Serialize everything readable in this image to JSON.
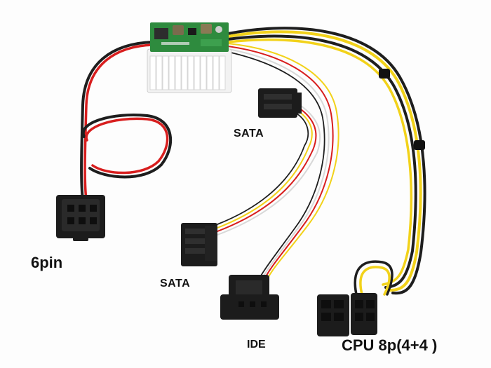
{
  "labels": {
    "sata_top": "SATA",
    "six_pin": "6pin",
    "sata_bottom": "SATA",
    "ide": "IDE",
    "cpu": "CPU 8p(4+4 )"
  },
  "colors": {
    "pcb": "#2e8b3e",
    "connector_white": "#f2f2f2",
    "connector_black": "#1c1c1c",
    "wire_red": "#d81e1e",
    "wire_yellow": "#f2d21a",
    "wire_black": "#1e1e1e",
    "wire_white": "#eeeeee"
  }
}
